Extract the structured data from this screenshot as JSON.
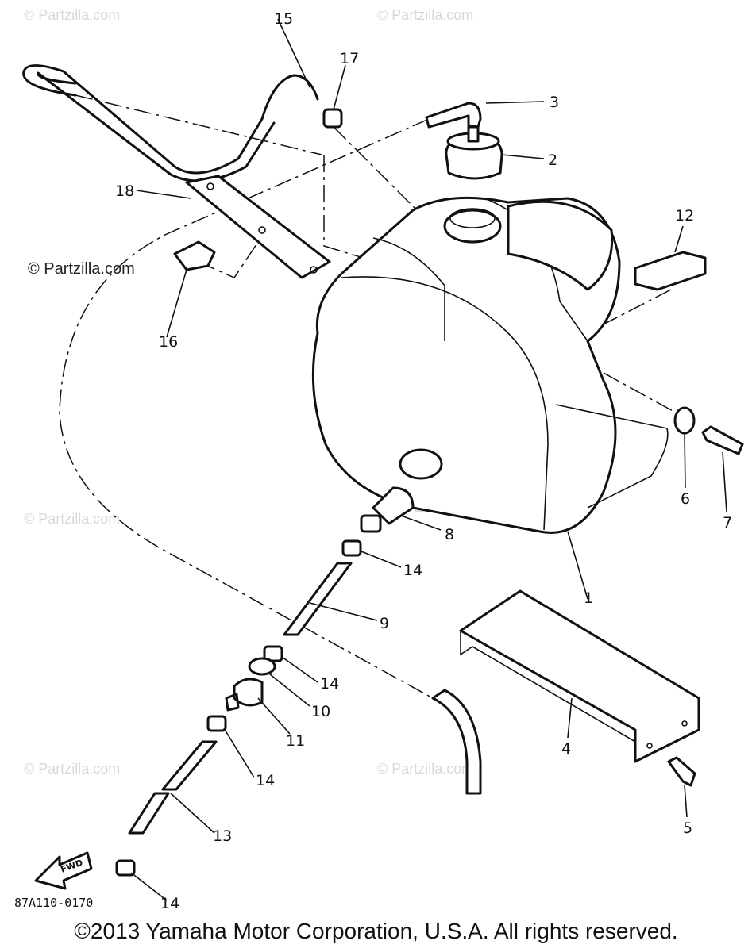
{
  "diagram": {
    "callouts": [
      "1",
      "2",
      "3",
      "4",
      "5",
      "6",
      "7",
      "8",
      "9",
      "10",
      "11",
      "12",
      "13",
      "14",
      "15",
      "16",
      "17",
      "18"
    ],
    "extra_callout_14": "14",
    "part_code": "87A110-0170",
    "fwd_label": "FWD",
    "watermark": "© Partzilla.com",
    "copyright": "©2013 Yamaha Motor Corporation, U.S.A. All rights reserved."
  }
}
